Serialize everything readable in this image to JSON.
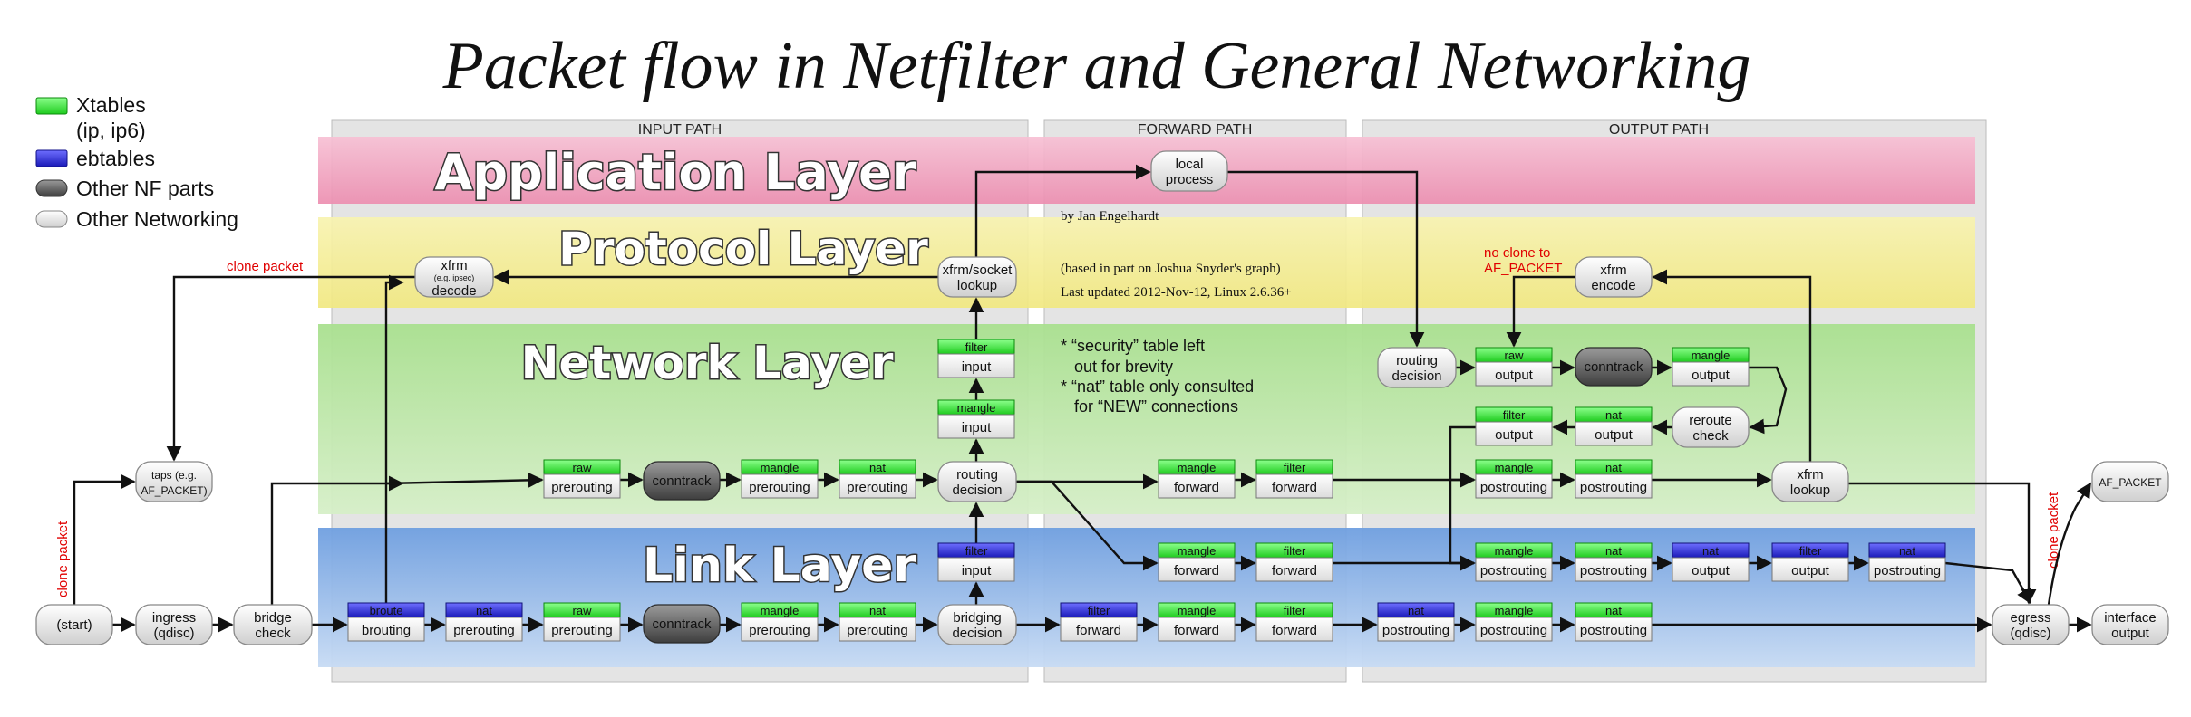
{
  "title": "Packet flow in Netfilter and General Networking",
  "legend": [
    {
      "label": "Xtables",
      "sublabel": "(ip, ip6)",
      "kind": "xtables"
    },
    {
      "label": "ebtables",
      "kind": "ebtables"
    },
    {
      "label": "Other NF parts",
      "kind": "nfpart"
    },
    {
      "label": "Other Networking",
      "kind": "other"
    }
  ],
  "paths": {
    "input": "INPUT PATH",
    "forward": "FORWARD PATH",
    "output": "OUTPUT PATH"
  },
  "layers": {
    "application": "Application Layer",
    "protocol": "Protocol Layer",
    "network": "Network Layer",
    "link": "Link Layer"
  },
  "credits": [
    "by Jan Engelhardt",
    "(based in part on Joshua Snyder's graph)",
    "Last updated 2012-Nov-12, Linux 2.6.36+"
  ],
  "notes": [
    "* “security” table left",
    "   out for brevity",
    "* “nat” table only consulted",
    "   for “NEW” connections"
  ],
  "annotations": {
    "clone_packet_top": "clone packet",
    "clone_packet_left": "clone packet",
    "clone_packet_right": "clone packet",
    "no_clone": [
      "no clone to",
      "AF_PACKET"
    ]
  },
  "colors": {
    "xtables": "#2ee82e",
    "ebtables": "#2a2ad6",
    "nfpart": "#666666",
    "app_layer": "#f2a6c0",
    "proto_layer": "#f6f0a0",
    "net_layer": "#bfe8a8",
    "link_layer": "#8fb8e8"
  },
  "boxes": [
    {
      "id": "start",
      "type": "round",
      "lines": [
        "(start)"
      ]
    },
    {
      "id": "ingress",
      "type": "round",
      "lines": [
        "ingress",
        "(qdisc)"
      ]
    },
    {
      "id": "bridge-check",
      "type": "round",
      "lines": [
        "bridge",
        "check"
      ]
    },
    {
      "id": "taps",
      "type": "round",
      "lines": [
        "taps (e.g.",
        "AF_PACKET)"
      ]
    },
    {
      "id": "xfrm-decode",
      "type": "round",
      "lines": [
        "xfrm",
        "(e.g. ipsec)",
        "decode"
      ]
    },
    {
      "id": "xfrm-socket-lookup",
      "type": "round",
      "lines": [
        "xfrm/socket",
        "lookup"
      ]
    },
    {
      "id": "local-process",
      "type": "round",
      "lines": [
        "local",
        "process"
      ]
    },
    {
      "id": "routing-decision-in",
      "type": "round",
      "lines": [
        "routing",
        "decision"
      ]
    },
    {
      "id": "bridging-decision",
      "type": "round",
      "lines": [
        "bridging",
        "decision"
      ]
    },
    {
      "id": "routing-decision-out",
      "type": "round",
      "lines": [
        "routing",
        "decision"
      ]
    },
    {
      "id": "xfrm-encode",
      "type": "round",
      "lines": [
        "xfrm",
        "encode"
      ]
    },
    {
      "id": "reroute-check",
      "type": "round",
      "lines": [
        "reroute",
        "check"
      ]
    },
    {
      "id": "xfrm-lookup",
      "type": "round",
      "lines": [
        "xfrm",
        "lookup"
      ]
    },
    {
      "id": "egress",
      "type": "round",
      "lines": [
        "egress",
        "(qdisc)"
      ]
    },
    {
      "id": "interface-output",
      "type": "round",
      "lines": [
        "interface",
        "output"
      ]
    },
    {
      "id": "af-packet",
      "type": "round",
      "lines": [
        "AF_PACKET"
      ]
    },
    {
      "id": "conntrack-net-in",
      "type": "nf",
      "lines": [
        "conntrack"
      ]
    },
    {
      "id": "conntrack-link",
      "type": "nf",
      "lines": [
        "conntrack"
      ]
    },
    {
      "id": "conntrack-out",
      "type": "nf",
      "lines": [
        "conntrack"
      ]
    },
    {
      "id": "raw-prerouting-net",
      "type": "x",
      "table": "raw",
      "chain": "prerouting"
    },
    {
      "id": "mangle-prerouting-net",
      "type": "x",
      "table": "mangle",
      "chain": "prerouting"
    },
    {
      "id": "nat-prerouting-net",
      "type": "x",
      "table": "nat",
      "chain": "prerouting"
    },
    {
      "id": "mangle-input-net",
      "type": "x",
      "table": "mangle",
      "chain": "input"
    },
    {
      "id": "filter-input-net",
      "type": "x",
      "table": "filter",
      "chain": "input"
    },
    {
      "id": "mangle-forward-net",
      "type": "x",
      "table": "mangle",
      "chain": "forward"
    },
    {
      "id": "filter-forward-net",
      "type": "x",
      "table": "filter",
      "chain": "forward"
    },
    {
      "id": "raw-output-net",
      "type": "x",
      "table": "raw",
      "chain": "output"
    },
    {
      "id": "mangle-output-net",
      "type": "x",
      "table": "mangle",
      "chain": "output"
    },
    {
      "id": "filter-output-net",
      "type": "x",
      "table": "filter",
      "chain": "output"
    },
    {
      "id": "nat-output-net",
      "type": "x",
      "table": "nat",
      "chain": "output"
    },
    {
      "id": "mangle-postrouting-net",
      "type": "x",
      "table": "mangle",
      "chain": "postrouting"
    },
    {
      "id": "nat-postrouting-net",
      "type": "x",
      "table": "nat",
      "chain": "postrouting"
    },
    {
      "id": "filter-input-link",
      "type": "e",
      "table": "filter",
      "chain": "input"
    },
    {
      "id": "mangle-forward-link1",
      "type": "x",
      "table": "mangle",
      "chain": "forward"
    },
    {
      "id": "filter-forward-link1",
      "type": "x",
      "table": "filter",
      "chain": "forward"
    },
    {
      "id": "mangle-postrouting-link1",
      "type": "x",
      "table": "mangle",
      "chain": "postrouting"
    },
    {
      "id": "nat-postrouting-link1",
      "type": "x",
      "table": "nat",
      "chain": "postrouting"
    },
    {
      "id": "nat-output-link",
      "type": "e",
      "table": "nat",
      "chain": "output"
    },
    {
      "id": "filter-output-link",
      "type": "e",
      "table": "filter",
      "chain": "output"
    },
    {
      "id": "nat-postrouting-ebt1",
      "type": "e",
      "table": "nat",
      "chain": "postrouting"
    },
    {
      "id": "broute-brouting",
      "type": "e",
      "table": "broute",
      "chain": "brouting"
    },
    {
      "id": "nat-prerouting-ebt",
      "type": "e",
      "table": "nat",
      "chain": "prerouting"
    },
    {
      "id": "raw-prerouting-link",
      "type": "x",
      "table": "raw",
      "chain": "prerouting"
    },
    {
      "id": "mangle-prerouting-link",
      "type": "x",
      "table": "mangle",
      "chain": "prerouting"
    },
    {
      "id": "nat-prerouting-link",
      "type": "x",
      "table": "nat",
      "chain": "prerouting"
    },
    {
      "id": "filter-forward-ebt",
      "type": "e",
      "table": "filter",
      "chain": "forward"
    },
    {
      "id": "mangle-forward-link2",
      "type": "x",
      "table": "mangle",
      "chain": "forward"
    },
    {
      "id": "filter-forward-link2",
      "type": "x",
      "table": "filter",
      "chain": "forward"
    },
    {
      "id": "nat-postrouting-ebt2",
      "type": "e",
      "table": "nat",
      "chain": "postrouting"
    },
    {
      "id": "mangle-postrouting-link2",
      "type": "x",
      "table": "mangle",
      "chain": "postrouting"
    },
    {
      "id": "nat-postrouting-link2",
      "type": "x",
      "table": "nat",
      "chain": "postrouting"
    }
  ]
}
